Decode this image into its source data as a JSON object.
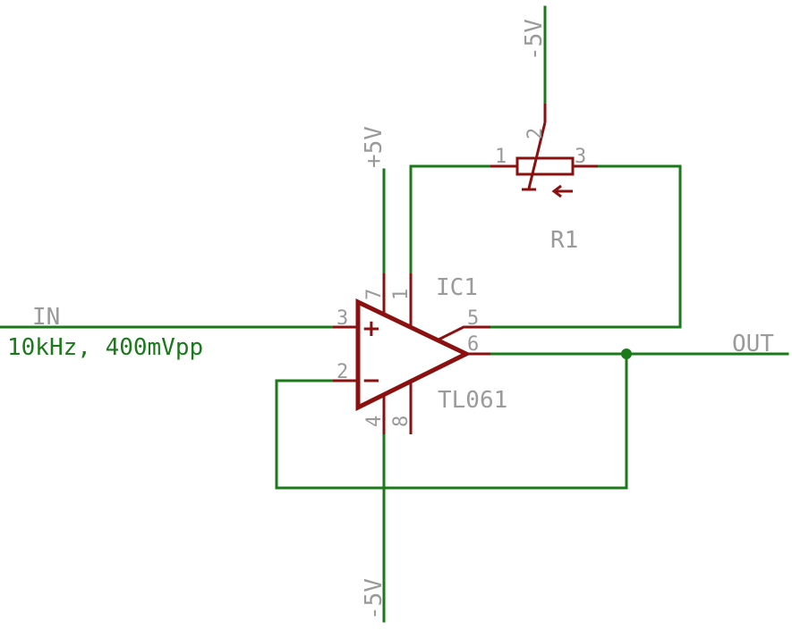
{
  "nets": {
    "in_label": "IN",
    "in_note": "10kHz, 400mVpp",
    "out_label": "OUT"
  },
  "power": {
    "top_neg": "-5V",
    "opamp_pos": "+5V",
    "opamp_neg": "-5V"
  },
  "opamp": {
    "ref": "IC1",
    "value": "TL061",
    "pins": {
      "p1": "1",
      "p2": "2",
      "p3": "3",
      "p4": "4",
      "p5": "5",
      "p6": "6",
      "p7": "7",
      "p8": "8"
    },
    "plus_sign": "+",
    "minus_sign": "−"
  },
  "pot": {
    "ref": "R1",
    "pins": {
      "p1": "1",
      "p2": "2",
      "p3": "3"
    }
  },
  "colors": {
    "wire": "#1a7a1a",
    "part": "#8b1010",
    "text": "#9a9a9a"
  }
}
